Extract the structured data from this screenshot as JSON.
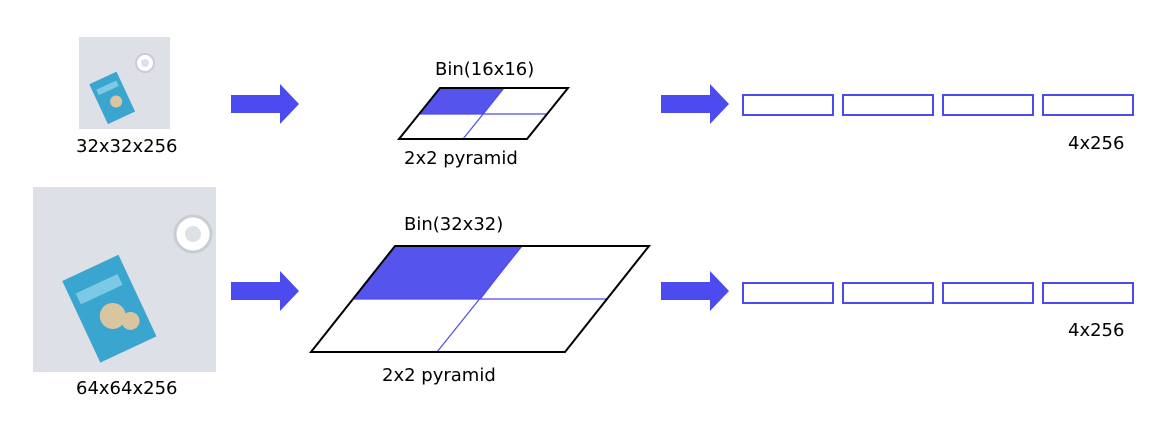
{
  "rows": [
    {
      "input_label": "32x32x256",
      "bin_label": "Bin(16x16)",
      "pyramid_label": "2x2  pyramid",
      "output_label": "4x256",
      "output_vector_count": 4
    },
    {
      "input_label": "64x64x256",
      "bin_label": "Bin(32x32)",
      "pyramid_label": "2x2  pyramid",
      "output_label": "4x256",
      "output_vector_count": 4
    }
  ],
  "icons": {
    "arrow": "right-arrow-icon",
    "photo": "photo-thumbnail"
  },
  "colors": {
    "accent": "#4b4bf0",
    "cell_fill": "#5555ee",
    "outline": "#000000",
    "vector_outline": "#4b4bf0",
    "photo_bg": "#dfe2e8",
    "package": "#3aa6cf"
  }
}
